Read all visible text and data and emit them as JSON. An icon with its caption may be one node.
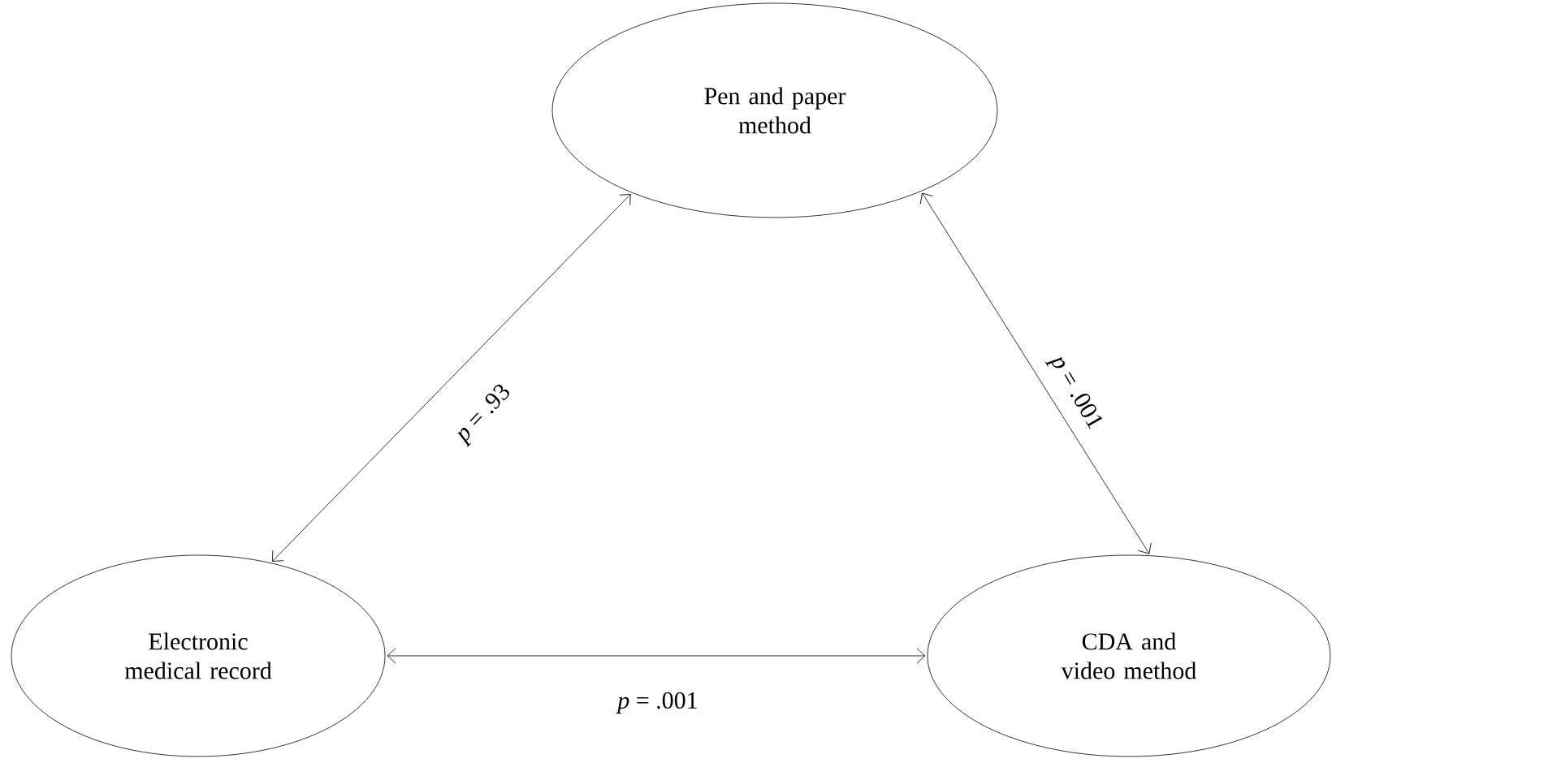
{
  "diagram": {
    "nodes": [
      {
        "text": [
          "Pen and paper method"
        ]
      },
      {
        "text": [
          "Electronic medical record"
        ]
      },
      {
        "text": [
          "CDA and video method"
        ]
      }
    ],
    "edges": [
      {
        "from": 1,
        "to": 0,
        "arrow": "both",
        "label": "*p* = .93"
      },
      {
        "from": 0,
        "to": 2,
        "arrow": "both",
        "label": "*p* = .001"
      },
      {
        "from": 1,
        "to": 2,
        "arrow": "both",
        "label": "*p* = .001"
      }
    ]
  }
}
